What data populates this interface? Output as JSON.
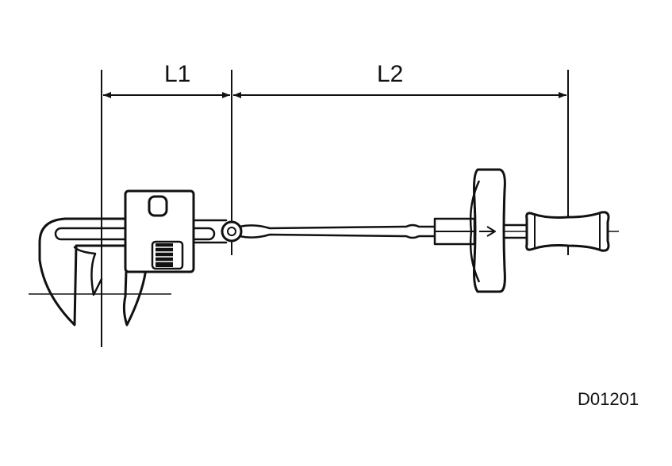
{
  "dimensions": {
    "l1_label": "L1",
    "l2_label": "L2"
  },
  "figure_code": "D01201",
  "colors": {
    "ink": "#111111",
    "background": "#ffffff"
  }
}
